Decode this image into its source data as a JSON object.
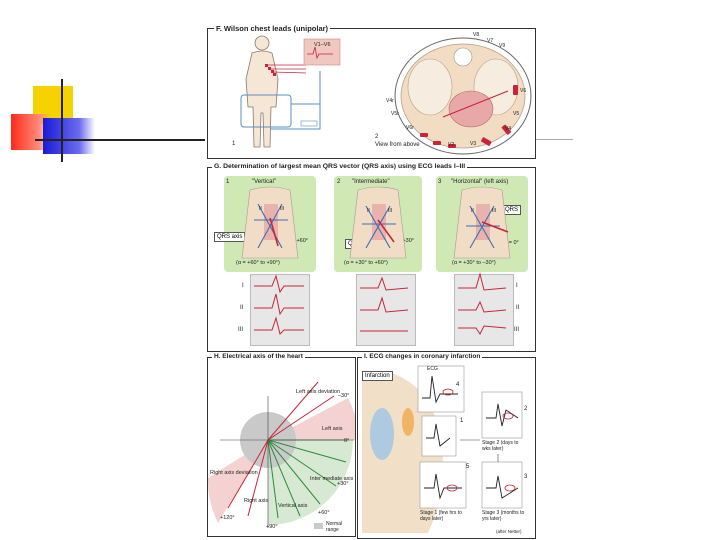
{
  "panelF": {
    "title": "F. Wilson chest leads (unipolar)",
    "lead_range": "V1–V6",
    "num1": "1",
    "num2": "2",
    "view_caption": "View from above",
    "leads": [
      "V1",
      "V2",
      "V3",
      "V4",
      "V5",
      "V6",
      "V7",
      "V8",
      "V9",
      "V4r",
      "V5r",
      "V6r"
    ]
  },
  "panelG": {
    "title": "G. Determination of largest mean QRS vector (QRS axis) using ECG leads I–III",
    "columns": [
      {
        "num": "1",
        "name": "\"Vertical\"",
        "alpha": "α = +60°",
        "range": "(α = +60° to +90°)"
      },
      {
        "num": "2",
        "name": "\"Intermediate\"",
        "alpha": "α = +30°",
        "range": "(α = +30° to +60°)"
      },
      {
        "num": "3",
        "name": "\"Horizontal\" (left axis)",
        "alpha": "α = 0°",
        "range": "(α = +30° to –30°)"
      }
    ],
    "qrs_axis_label": "QRS axis",
    "qrs_label": "QRS",
    "roman": [
      "I",
      "II",
      "III"
    ],
    "lead_letters": [
      "I",
      "II",
      "III"
    ]
  },
  "panelH": {
    "title": "H. Electrical axis of the heart",
    "left_axis_deviation": "Left axis deviation",
    "left_axis": "Left axis",
    "right_axis_deviation": "Right axis deviation",
    "right_axis": "Right axis",
    "vertical_axis": "Vertical axis",
    "intermediate_axis": "Inter mediate axis",
    "deg_m30": "–30°",
    "deg_0": "0°",
    "deg_p30": "+30°",
    "deg_p60": "+60°",
    "deg_p90": "+90°",
    "deg_p120": "+120°",
    "normal_range": "Normal range"
  },
  "panelI": {
    "title": "I. ECG changes in coronary infarction",
    "infarction": "Infarction",
    "ecg": "ECG",
    "nums": [
      "4",
      "1",
      "2",
      "5",
      "3"
    ],
    "stage2": "Stage 2 (days to wks later)",
    "stage1": "Stage 1 (few hrs to days later)",
    "stage3": "Stage 3 (months to yrs later)",
    "credit": "(after Netter)"
  },
  "colors": {
    "accent_red": "#c8253a",
    "green_panel": "#cfe8b4",
    "ecg_bg": "#e7e7e7"
  }
}
